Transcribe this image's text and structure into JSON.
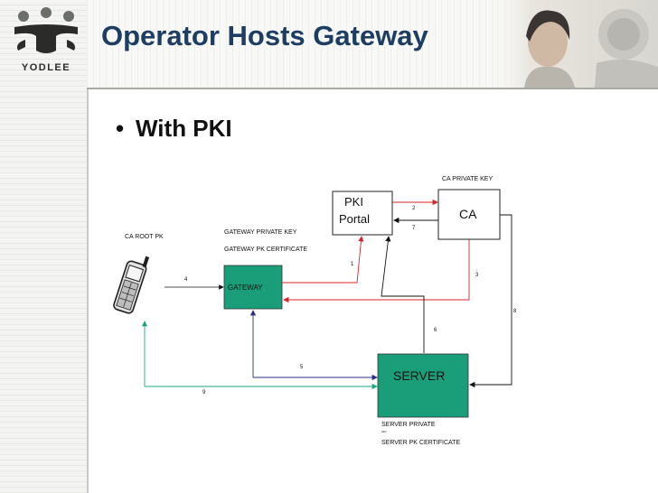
{
  "slide": {
    "title": "Operator Hosts Gateway",
    "logo_text": "YODLEE",
    "bullet": "With PKI"
  },
  "diagram": {
    "ca_private_key": "CA PRIVATE KEY",
    "pki_portal": [
      "PKI",
      "Portal"
    ],
    "ca": "CA",
    "ca_root_pk": "CA ROOT PK",
    "gateway_private_key": "GATEWAY PRIVATE KEY",
    "gateway_pk_certificate": "GATEWAY PK CERTIFICATE",
    "gateway": "GATEWAY",
    "server": "SERVER",
    "server_private": "SERVER PRIVATE",
    "server_private_sub": "KEY",
    "server_pk_certificate": "SERVER PK CERTIFICATE",
    "steps": {
      "s1": "1",
      "s2": "2",
      "s3": "3",
      "s4": "4",
      "s5": "5",
      "s6": "6",
      "s7": "7",
      "s8": "8",
      "s9": "9"
    }
  },
  "colors": {
    "title": "#1e3d63",
    "box_fill": "#1a9e79",
    "red_arrow": "#d6252a",
    "blue_arrow": "#2a2d8a",
    "teal_arrow": "#1ea87a",
    "black_arrow": "#111111"
  }
}
